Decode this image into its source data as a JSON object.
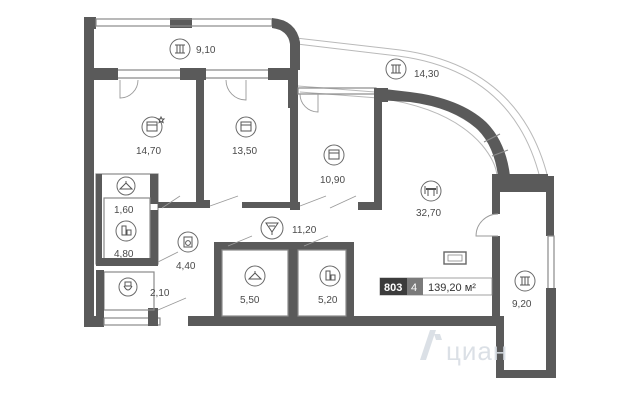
{
  "apartment": {
    "number": "803",
    "rooms": "4",
    "total_area": "139,20 м²"
  },
  "rooms": [
    {
      "id": "balcony-top",
      "area": "9,10",
      "icon": "balcony-icon"
    },
    {
      "id": "loggia-curved",
      "area": "14,30",
      "icon": "balcony-icon"
    },
    {
      "id": "bedroom-master",
      "area": "14,70",
      "icon": "bed-star-icon"
    },
    {
      "id": "bedroom-2",
      "area": "13,50",
      "icon": "bed-icon"
    },
    {
      "id": "bedroom-3",
      "area": "10,90",
      "icon": "bed-icon"
    },
    {
      "id": "wardrobe-small",
      "area": "1,60",
      "icon": "hanger-icon"
    },
    {
      "id": "bathroom-1",
      "area": "4,80",
      "icon": "bath-icon"
    },
    {
      "id": "hallway-laundry",
      "area": "4,40",
      "icon": "washer-icon"
    },
    {
      "id": "hall",
      "area": "11,20",
      "icon": "lamp-icon"
    },
    {
      "id": "living-kitchen",
      "area": "32,70",
      "icon": "dining-icon"
    },
    {
      "id": "wc",
      "area": "2,10",
      "icon": "toilet-icon"
    },
    {
      "id": "wardrobe-large",
      "area": "5,50",
      "icon": "hanger-icon"
    },
    {
      "id": "bathroom-2",
      "area": "5,20",
      "icon": "bath-icon"
    },
    {
      "id": "balcony-right",
      "area": "9,20",
      "icon": "balcony-icon"
    }
  ],
  "watermark": {
    "text": "циан",
    "icon": "cian-logo-icon"
  },
  "colors": {
    "wall": "#5a5a5a",
    "badge_dark": "#3c3c3c",
    "watermark": "#d8dde4"
  }
}
